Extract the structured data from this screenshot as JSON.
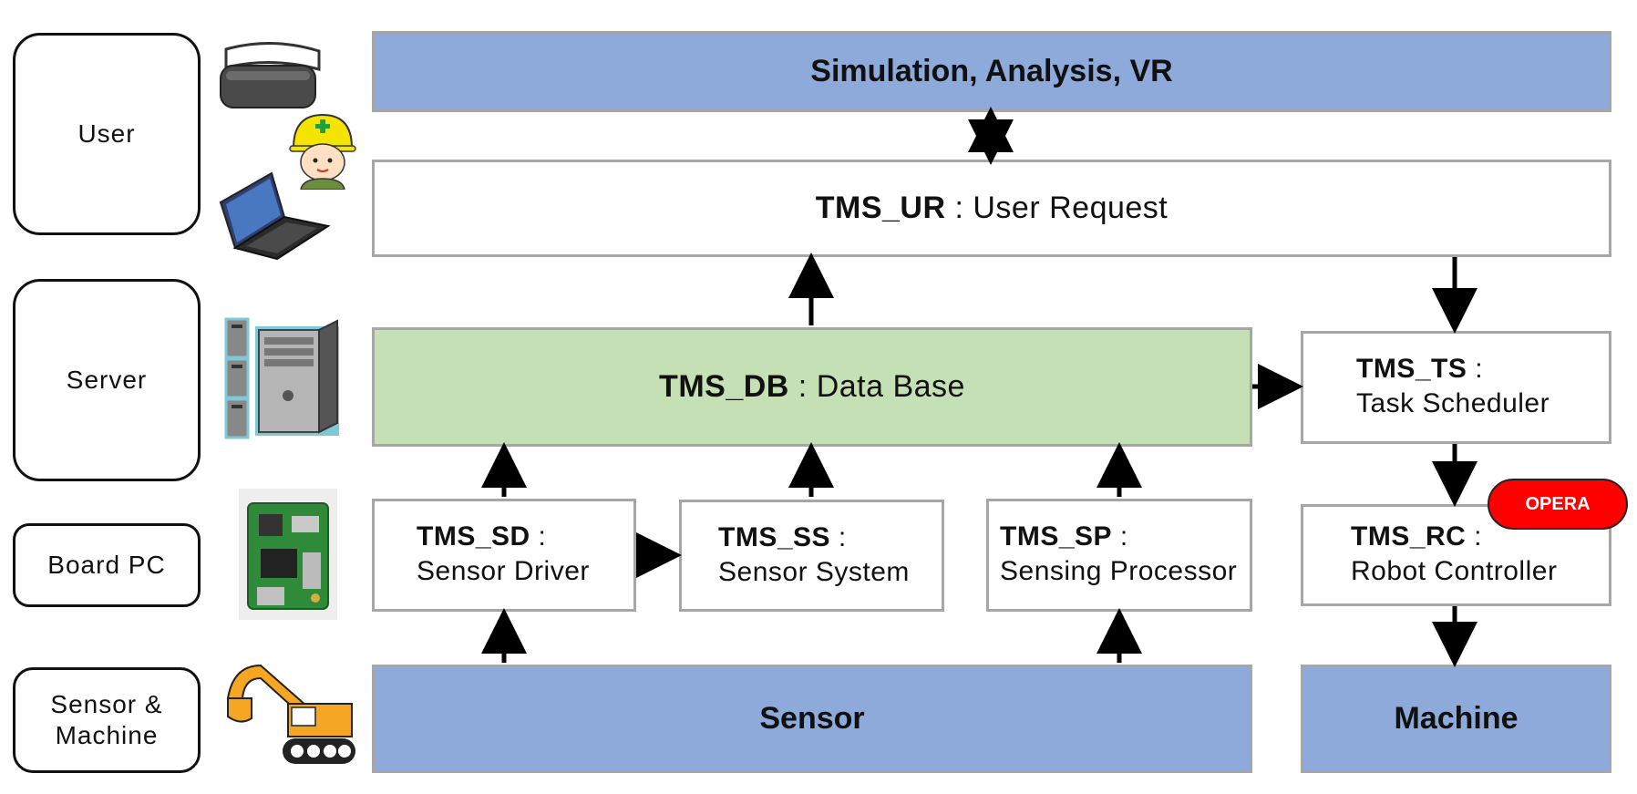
{
  "tiers": {
    "user": "User",
    "server": "Server",
    "board_pc": "Board PC",
    "sensor_machine_line1": "Sensor &",
    "sensor_machine_line2": "Machine"
  },
  "top_bar": "Simulation, Analysis, VR",
  "ur": {
    "name": "TMS_UR",
    "sep": " : ",
    "desc": "User Request"
  },
  "db": {
    "name": "TMS_DB",
    "sep": " : ",
    "desc": "Data Base"
  },
  "ts": {
    "name": "TMS_TS",
    "sep": " :",
    "desc": "Task Scheduler"
  },
  "sd": {
    "name": "TMS_SD",
    "sep": " :",
    "desc": "Sensor Driver"
  },
  "ss": {
    "name": "TMS_SS",
    "sep": " :",
    "desc": "Sensor System"
  },
  "sp": {
    "name": "TMS_SP",
    "sep": " :",
    "desc": "Sensing Processor"
  },
  "rc": {
    "name": "TMS_RC",
    "sep": " :",
    "desc": "Robot Controller"
  },
  "opera": "OPERA",
  "sensor": "Sensor",
  "machine": "Machine",
  "icons": [
    "vr-headset-icon",
    "worker-icon",
    "laptop-icon",
    "server-tower-icon",
    "circuit-board-icon",
    "excavator-icon"
  ],
  "colors": {
    "blue": "#8eaadb",
    "green": "#c5e0b4",
    "opera_red": "#ff0000",
    "border_gray": "#a6a6a6"
  }
}
